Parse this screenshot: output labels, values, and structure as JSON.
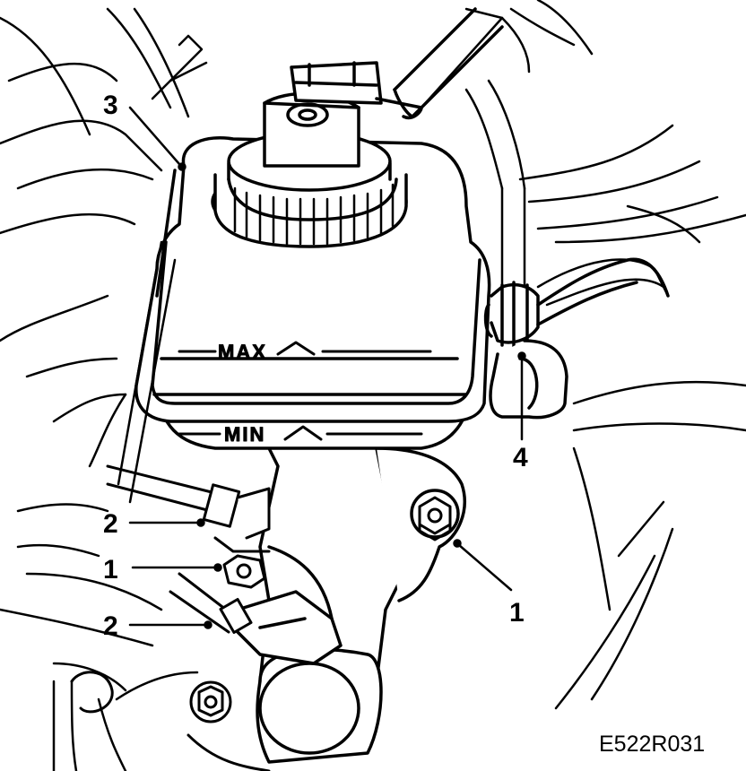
{
  "diagram": {
    "max_mark": "MAX",
    "min_mark": "MIN",
    "callouts": {
      "reservoir": "3",
      "union_upper": "2",
      "nut_left": "1",
      "union_lower": "2",
      "nut_right": "1",
      "hose": "4"
    },
    "figure_code": "E522R031"
  }
}
